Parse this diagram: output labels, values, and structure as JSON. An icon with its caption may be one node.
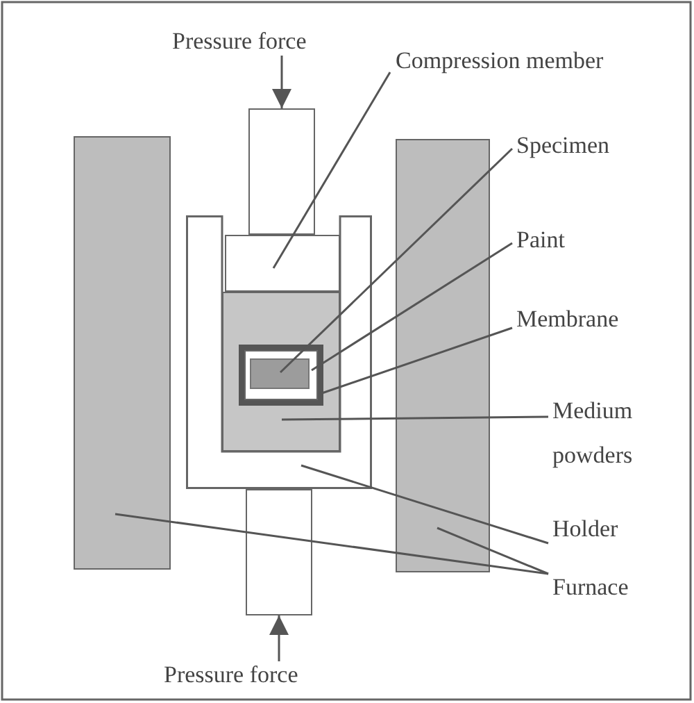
{
  "diagram": {
    "nodes": [
      {
        "text": [
          "Pressure force"
        ]
      },
      {
        "text": [],
        "shape": "box"
      },
      {
        "text": [
          "Compression member"
        ]
      },
      {
        "text": [],
        "shape": "box",
        "in": 5
      },
      {
        "text": [],
        "shape": "box"
      },
      {
        "text": [],
        "shape": "box"
      },
      {
        "text": [],
        "shape": "box",
        "in": 5
      },
      {
        "text": [],
        "shape": "box",
        "in": 6
      },
      {
        "text": [],
        "shape": "box",
        "in": 7
      },
      {
        "text": [],
        "shape": "box",
        "in": 8
      },
      {
        "text": [],
        "shape": "box"
      },
      {
        "text": [
          "Specimen"
        ]
      },
      {
        "text": [
          "Paint"
        ]
      },
      {
        "text": [
          "Membrane"
        ]
      },
      {
        "text": [
          "Medium powders"
        ]
      },
      {
        "text": [
          "Holder"
        ]
      },
      {
        "text": [
          "Furnace"
        ]
      },
      {
        "text": [],
        "shape": "box"
      },
      {
        "text": [
          "Pressure force"
        ]
      }
    ],
    "edges": [
      {
        "from": 0,
        "to": 1,
        "arrow": "to"
      },
      {
        "from": 2,
        "to": 3,
        "arrow": "none"
      },
      {
        "from": 11,
        "to": 9,
        "arrow": "none"
      },
      {
        "from": 12,
        "to": 8,
        "arrow": "none"
      },
      {
        "from": 13,
        "to": 7,
        "arrow": "none"
      },
      {
        "from": 14,
        "to": 6,
        "arrow": "none"
      },
      {
        "from": 15,
        "to": 5,
        "arrow": "none"
      },
      {
        "from": 16,
        "to": 4,
        "arrow": "none"
      },
      {
        "from": 16,
        "to": 10,
        "arrow": "none"
      },
      {
        "from": 18,
        "to": 17,
        "arrow": "to"
      }
    ]
  }
}
